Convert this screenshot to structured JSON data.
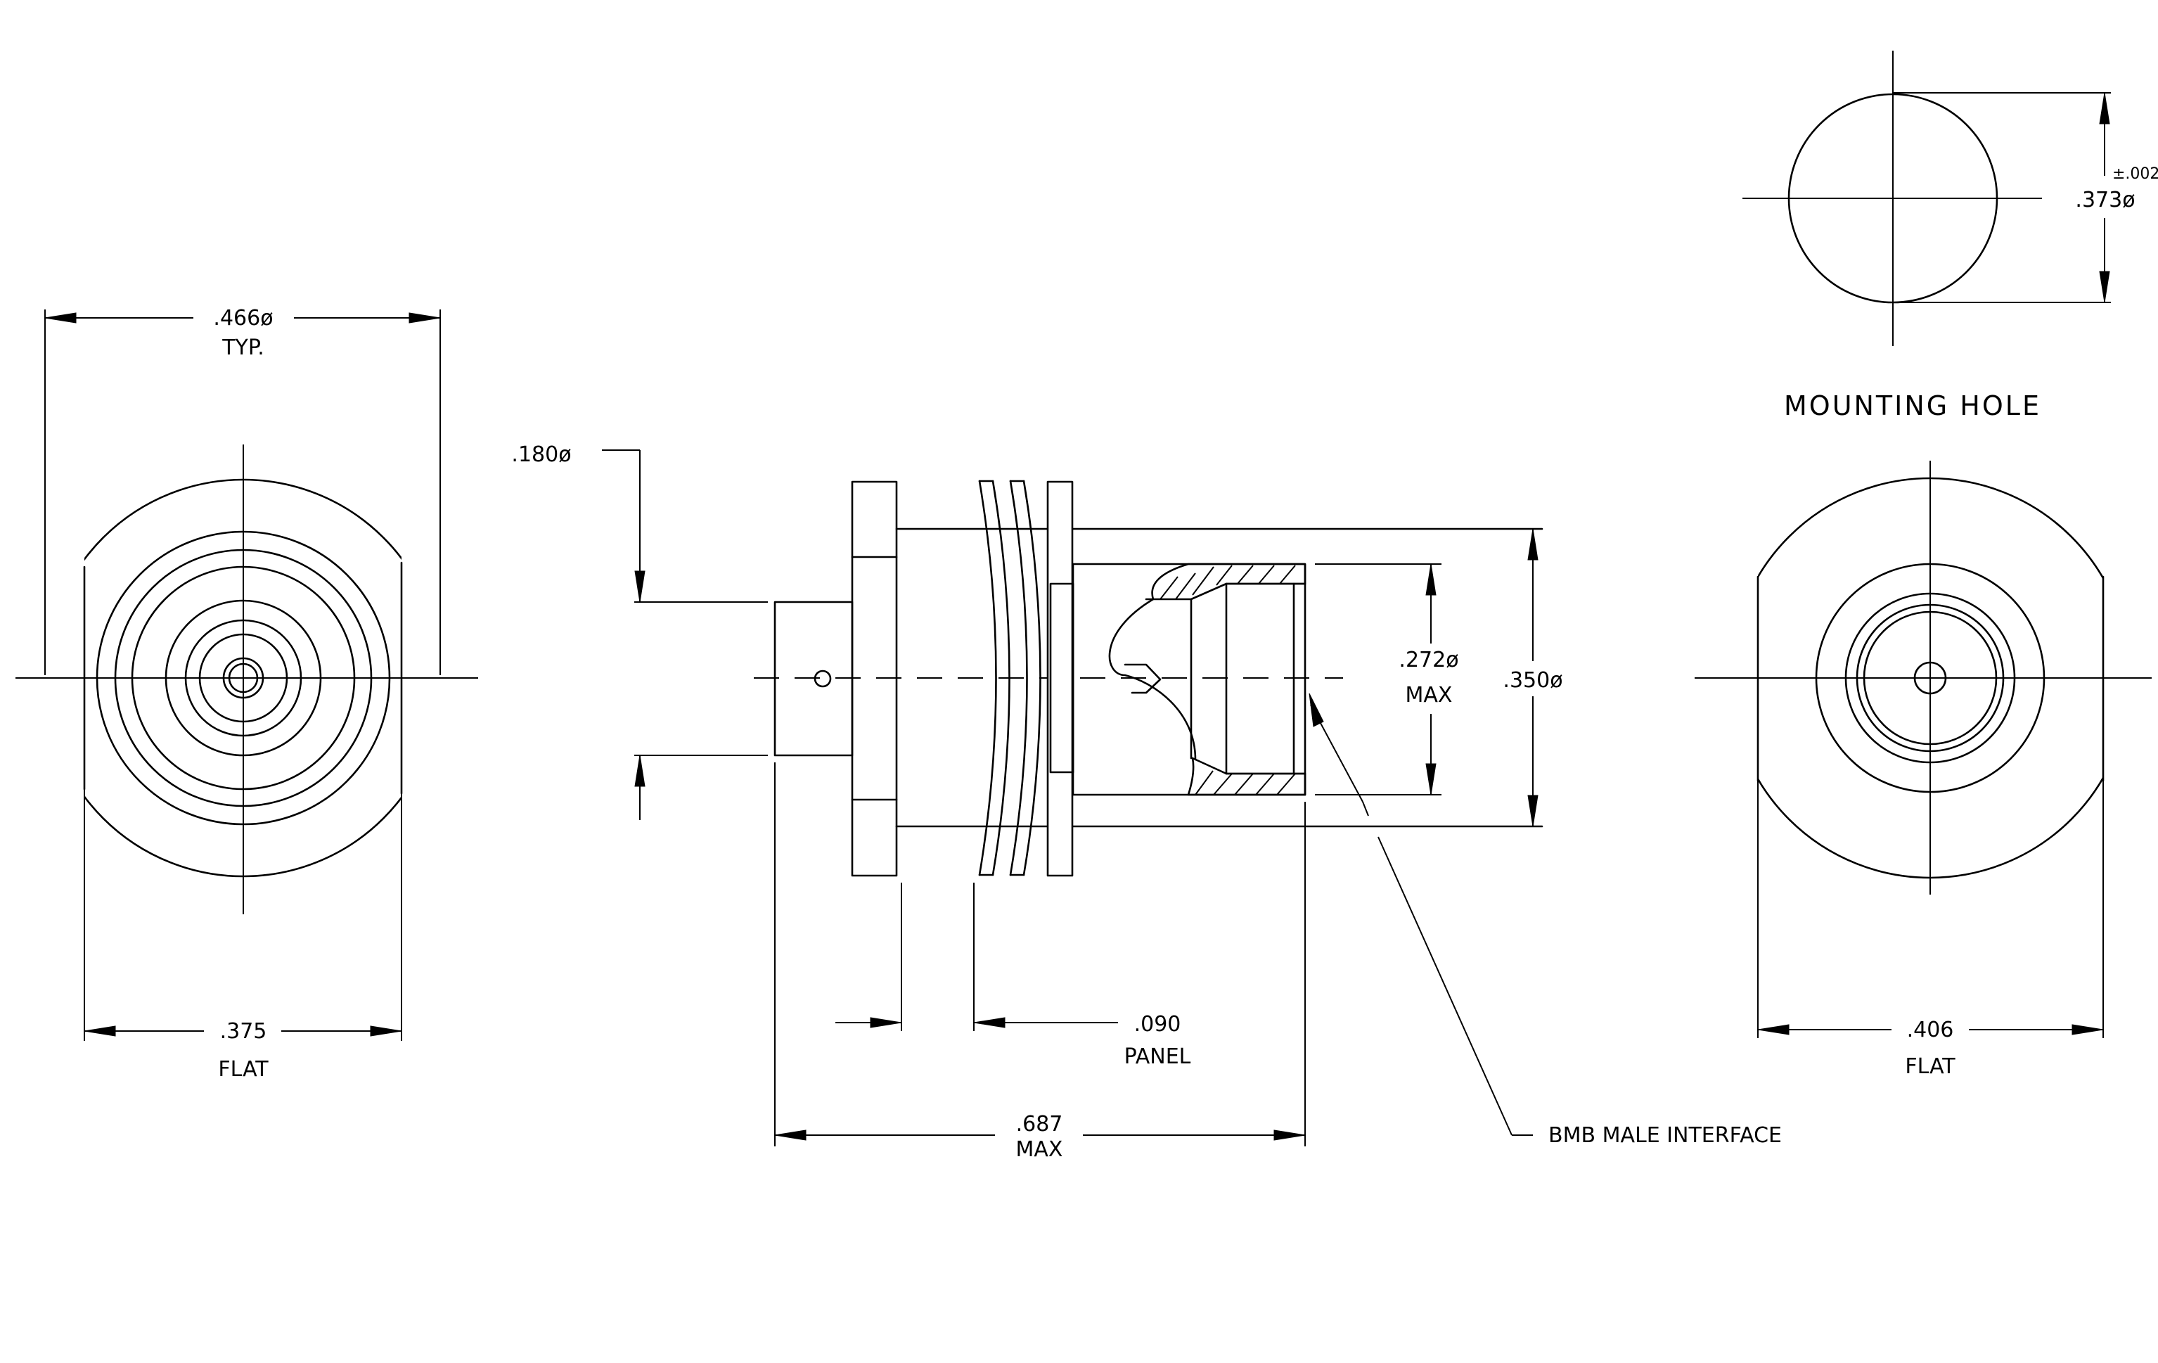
{
  "labels": {
    "front_dia": ".466ø",
    "front_typ": "TYP.",
    "front_flat": ".375",
    "front_flat_word": "FLAT",
    "pin_dia": ".180ø",
    "interface_dia": ".272ø",
    "interface_max": "MAX",
    "body_dia": ".350ø",
    "panel_thk": ".090",
    "panel_word": "PANEL",
    "length": ".687",
    "length_max": "MAX",
    "interface_note": "BMB MALE INTERFACE",
    "hole_tol": "±.002",
    "hole_dia": ".373ø",
    "hole_title": "MOUNTING HOLE",
    "rear_flat": ".406",
    "rear_flat_word": "FLAT"
  },
  "colors": {
    "line": "#000000",
    "background": "#ffffff"
  }
}
